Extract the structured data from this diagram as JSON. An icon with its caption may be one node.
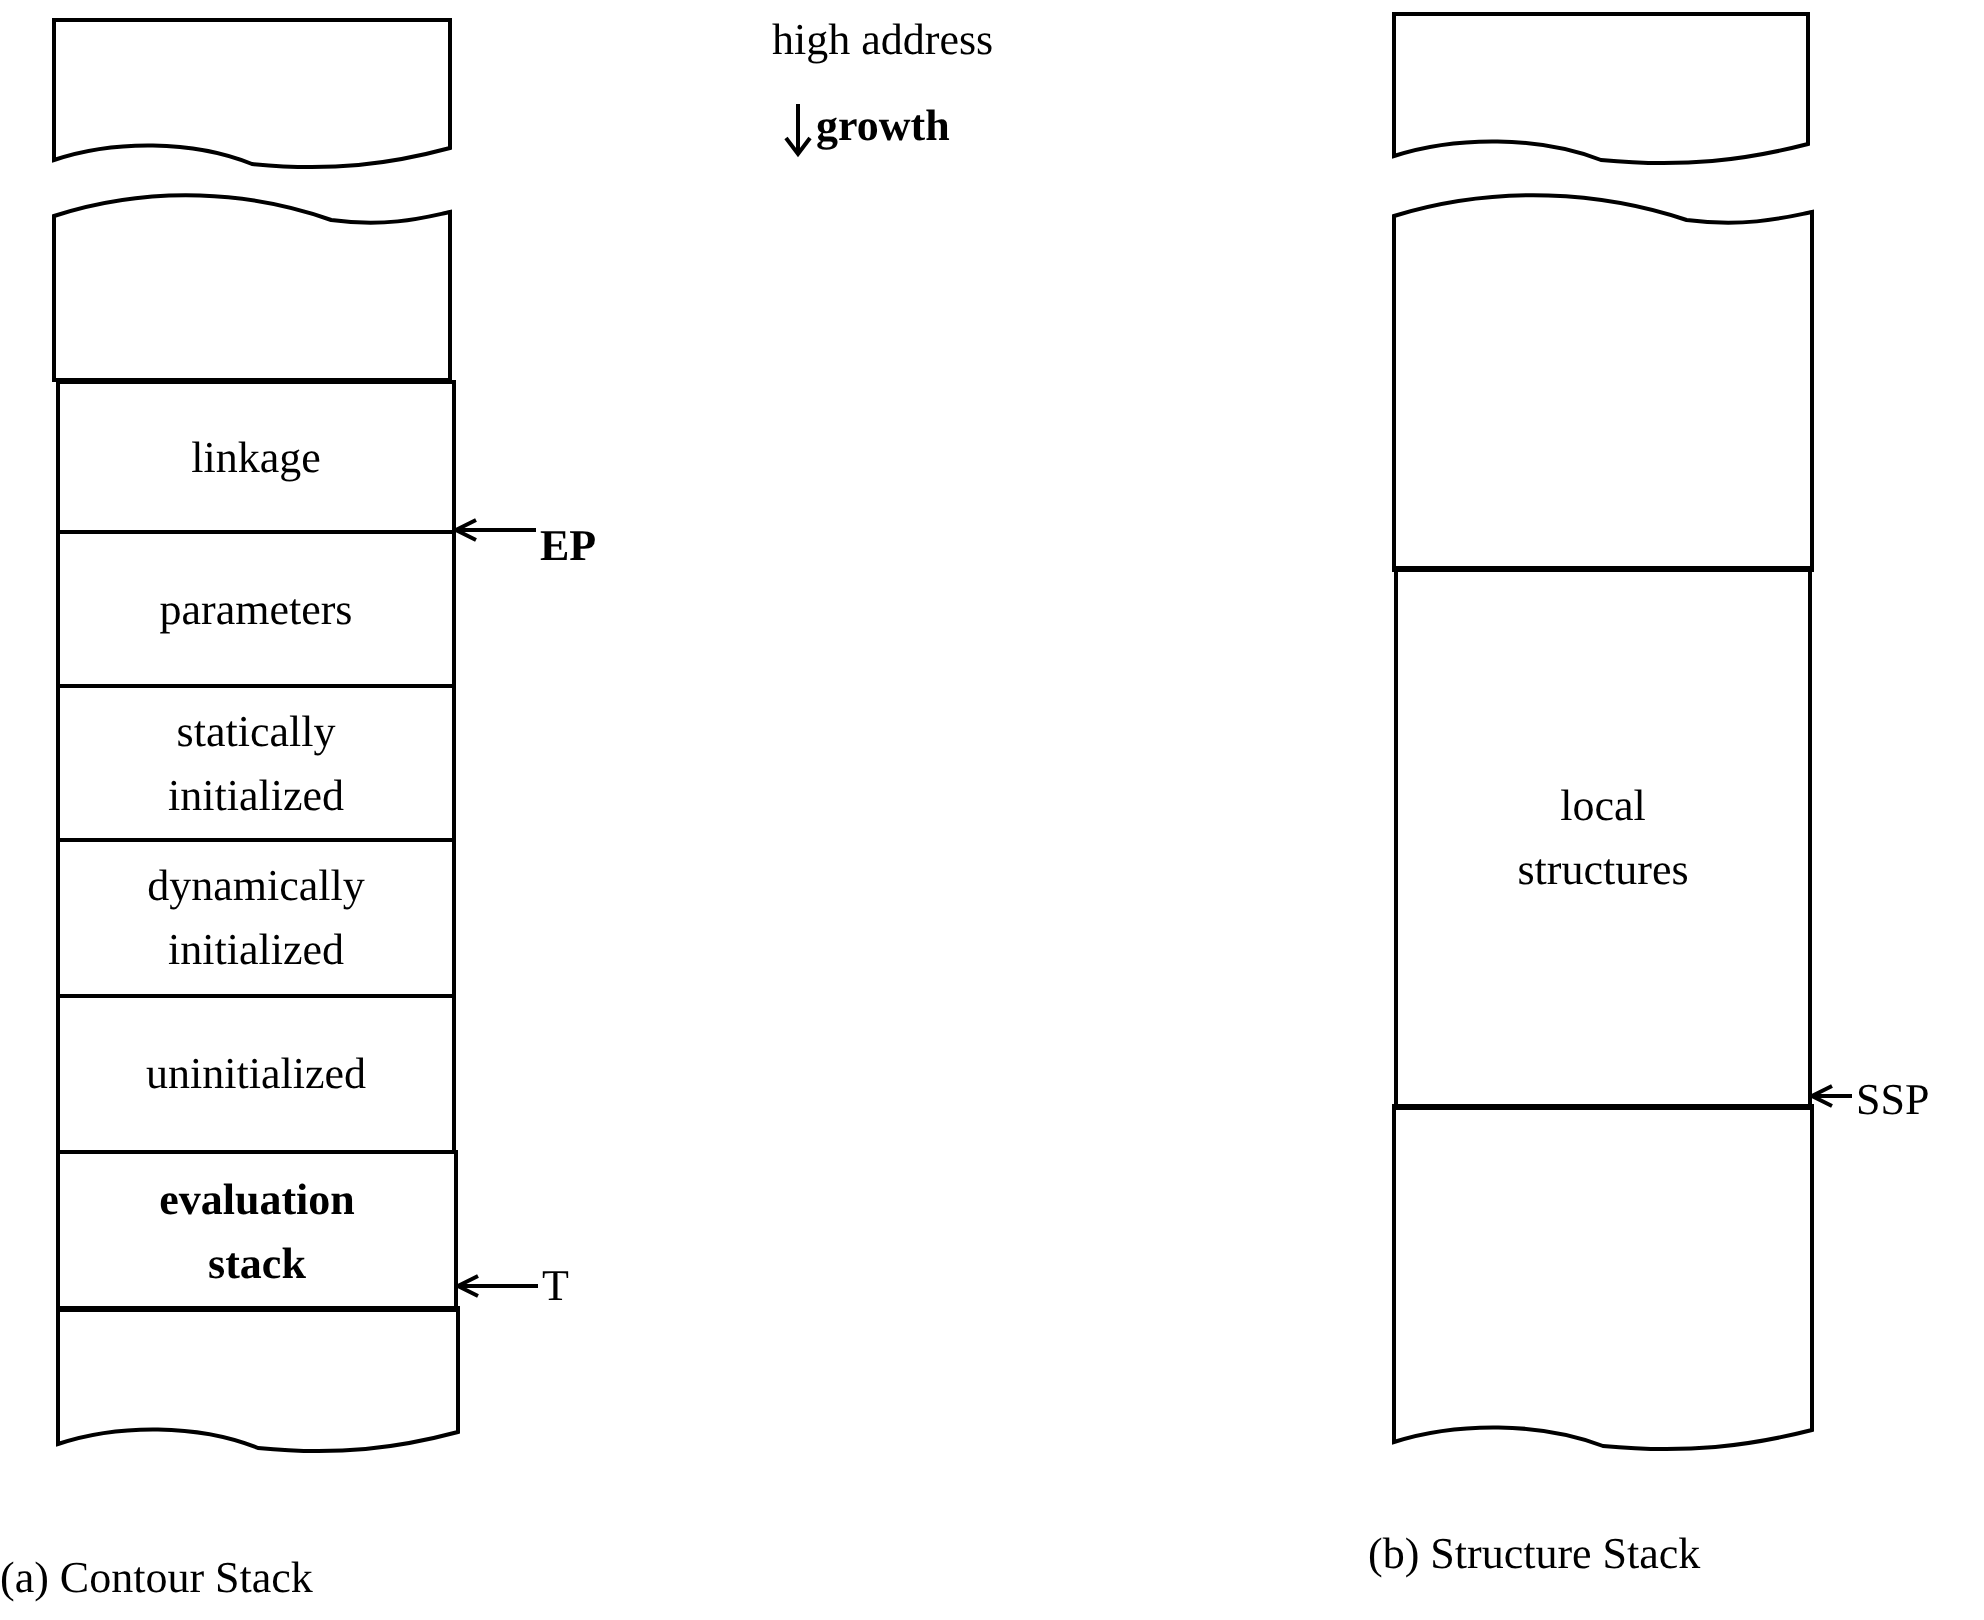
{
  "diagram": {
    "nodes": [
      {
        "text": [],
        "shape": "box"
      },
      {
        "text": [],
        "shape": "box"
      },
      {
        "text": [
          "linkage"
        ]
      },
      {
        "text": [
          "parameters"
        ]
      },
      {
        "text": [
          "statically initialized"
        ]
      },
      {
        "text": [
          "dynamically initialized"
        ]
      },
      {
        "text": [
          "uninitialized"
        ]
      },
      {
        "text": [
          "evaluation stack"
        ]
      },
      {
        "text": [],
        "shape": "box"
      },
      {
        "text": [
          "EP"
        ]
      },
      {
        "text": [
          "T"
        ]
      },
      {
        "text": [],
        "shape": "box"
      },
      {
        "text": [],
        "shape": "box"
      },
      {
        "text": [
          "local structures"
        ]
      },
      {
        "text": [],
        "shape": "box"
      },
      {
        "text": [
          "SSP"
        ]
      }
    ],
    "edges": [
      {
        "from": 9,
        "to": 2,
        "arrow": "to"
      },
      {
        "from": 10,
        "to": 7,
        "arrow": "to"
      },
      {
        "from": 15,
        "to": 13,
        "arrow": "to"
      }
    ],
    "labels": [
      "high address",
      "growth",
      "(a) Contour Stack",
      "(b) Structure Stack"
    ]
  }
}
